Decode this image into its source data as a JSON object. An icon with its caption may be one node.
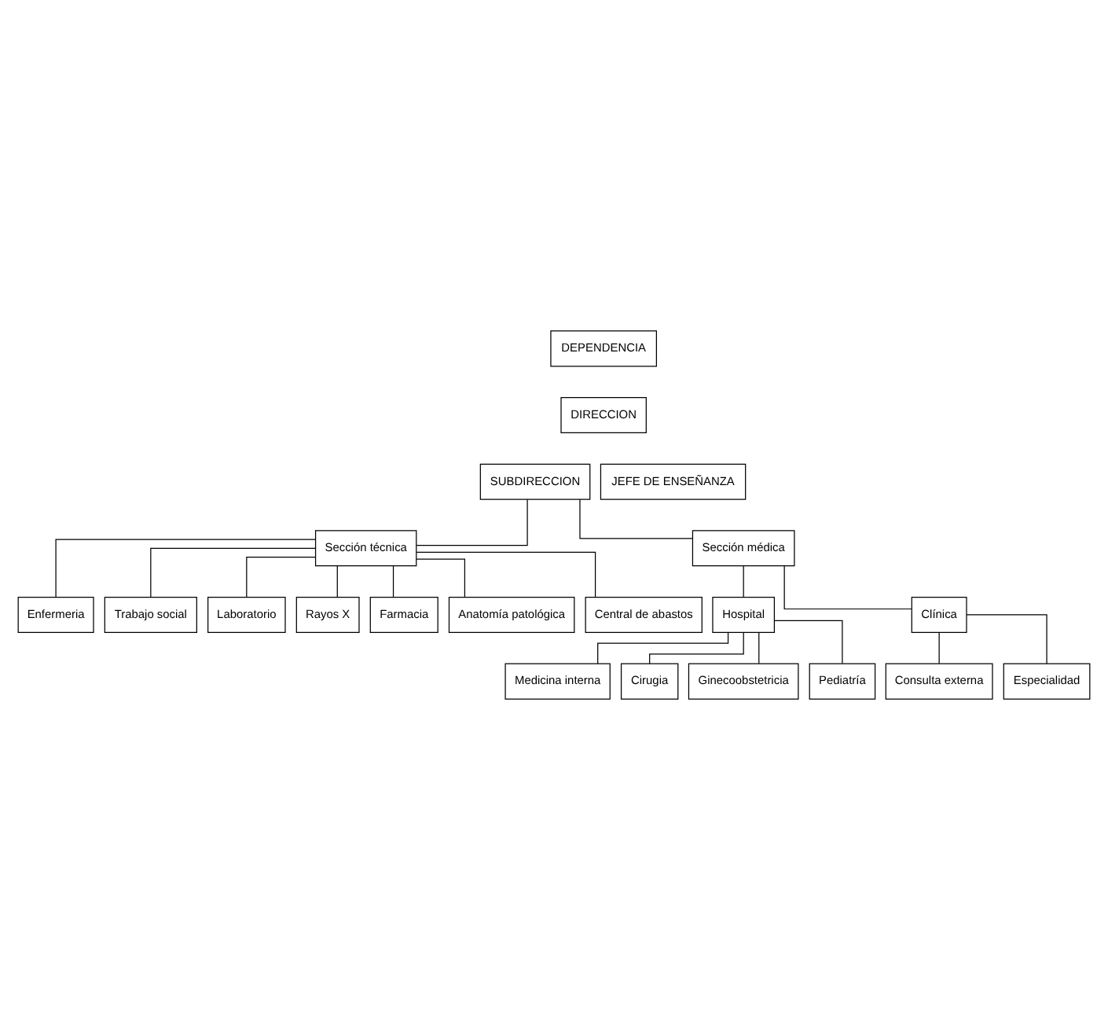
{
  "diagram": {
    "nodes": [
      {
        "text": [
          "DEPENDENCIA"
        ]
      },
      {
        "text": [
          "DIRECCION"
        ]
      },
      {
        "text": [
          "SUBDIRECCION"
        ]
      },
      {
        "text": [
          "JEFE DE ENSEÑANZA"
        ]
      },
      {
        "text": [
          "Sección técnica"
        ]
      },
      {
        "text": [
          "Sección médica"
        ]
      },
      {
        "text": [
          "Hospital"
        ]
      },
      {
        "text": [
          "Clínica"
        ]
      },
      {
        "text": [
          "Enfermeria"
        ]
      },
      {
        "text": [
          "Trabajo social"
        ]
      },
      {
        "text": [
          "Laboratorio"
        ]
      },
      {
        "text": [
          "Rayos X"
        ]
      },
      {
        "text": [
          "Farmacia"
        ]
      },
      {
        "text": [
          "Anatomía patológica"
        ]
      },
      {
        "text": [
          "Central de abastos"
        ]
      },
      {
        "text": [
          "Medicina interna"
        ]
      },
      {
        "text": [
          "Cirugia"
        ]
      },
      {
        "text": [
          "Ginecoobstetricia"
        ]
      },
      {
        "text": [
          "Pediatría"
        ]
      },
      {
        "text": [
          "Consulta externa"
        ]
      },
      {
        "text": [
          "Especialidad"
        ]
      }
    ],
    "edges": [
      {
        "from": 2,
        "to": 4,
        "arrow": "none"
      },
      {
        "from": 2,
        "to": 5,
        "arrow": "none"
      },
      {
        "from": 5,
        "to": 6,
        "arrow": "none"
      },
      {
        "from": 5,
        "to": 7,
        "arrow": "none"
      },
      {
        "from": 4,
        "to": 8,
        "arrow": "none"
      },
      {
        "from": 4,
        "to": 9,
        "arrow": "none"
      },
      {
        "from": 4,
        "to": 10,
        "arrow": "none"
      },
      {
        "from": 4,
        "to": 11,
        "arrow": "none"
      },
      {
        "from": 4,
        "to": 12,
        "arrow": "none"
      },
      {
        "from": 4,
        "to": 13,
        "arrow": "none"
      },
      {
        "from": 4,
        "to": 14,
        "arrow": "none"
      },
      {
        "from": 6,
        "to": 15,
        "arrow": "none"
      },
      {
        "from": 6,
        "to": 16,
        "arrow": "none"
      },
      {
        "from": 6,
        "to": 17,
        "arrow": "none"
      },
      {
        "from": 6,
        "to": 18,
        "arrow": "none"
      },
      {
        "from": 7,
        "to": 19,
        "arrow": "none"
      },
      {
        "from": 7,
        "to": 20,
        "arrow": "none"
      }
    ]
  }
}
